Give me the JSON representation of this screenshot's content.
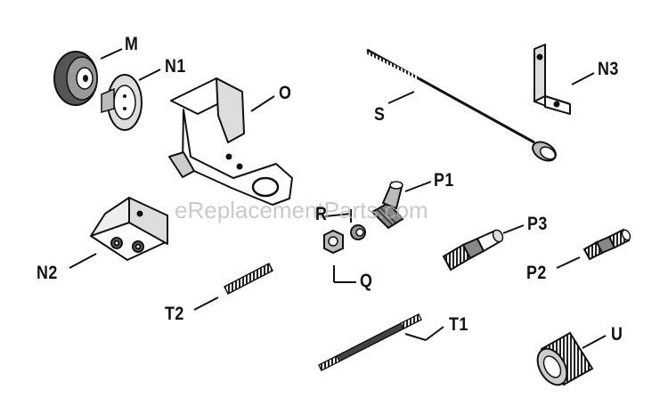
{
  "diagram": {
    "watermark": "eReplacementParts.com",
    "parts": [
      {
        "id": "M",
        "label": "M"
      },
      {
        "id": "N1",
        "label": "N1"
      },
      {
        "id": "O",
        "label": "O"
      },
      {
        "id": "S",
        "label": "S"
      },
      {
        "id": "N3",
        "label": "N3"
      },
      {
        "id": "R",
        "label": "R"
      },
      {
        "id": "P1",
        "label": "P1"
      },
      {
        "id": "P3",
        "label": "P3"
      },
      {
        "id": "N2",
        "label": "N2"
      },
      {
        "id": "Q",
        "label": "Q"
      },
      {
        "id": "P2",
        "label": "P2"
      },
      {
        "id": "T2",
        "label": "T2"
      },
      {
        "id": "T1",
        "label": "T1"
      },
      {
        "id": "U",
        "label": "U"
      }
    ]
  }
}
